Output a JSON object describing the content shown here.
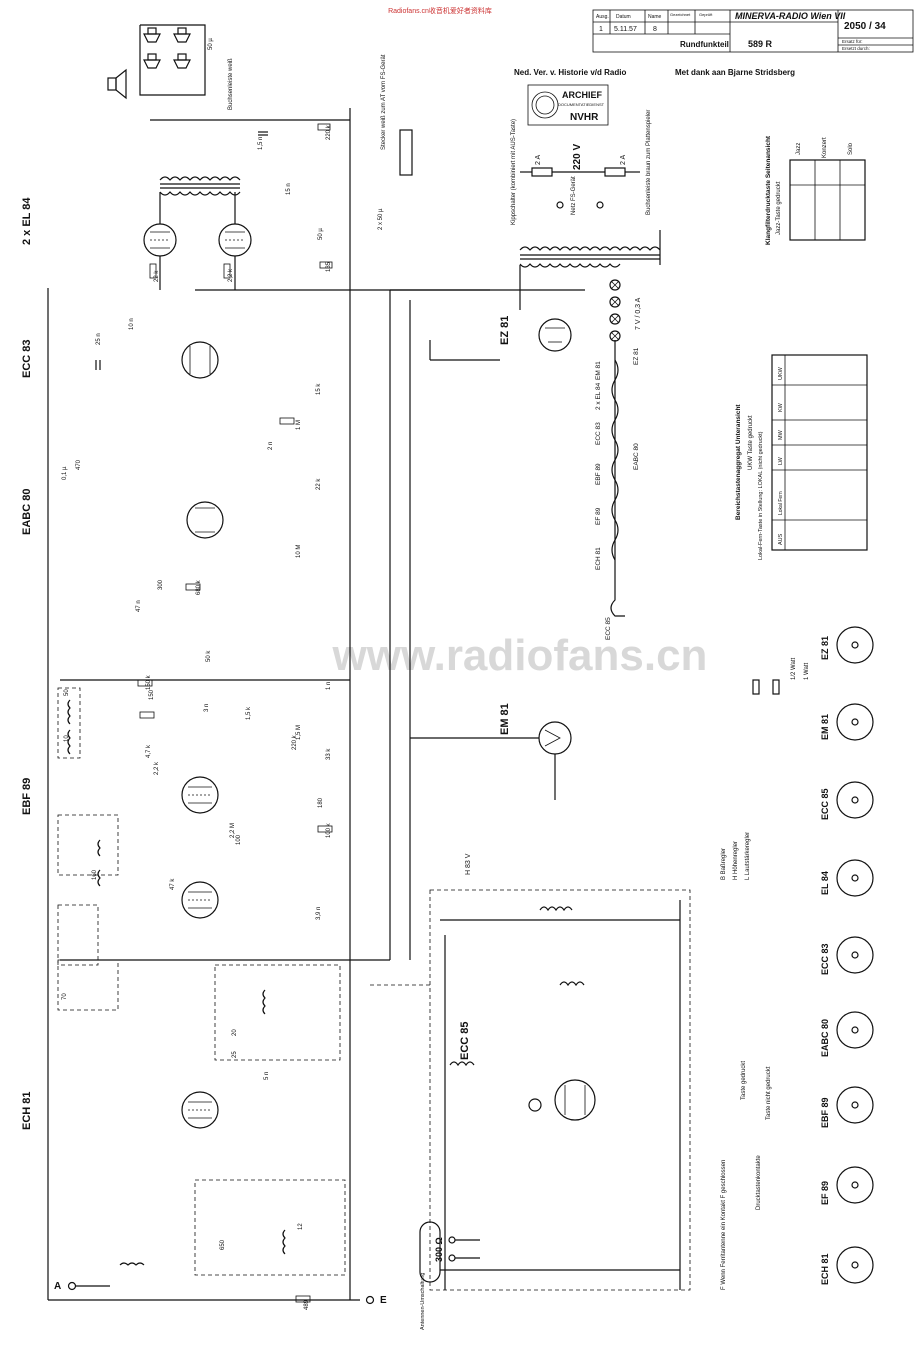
{
  "watermark_top": "Radiofans.cn收音机爱好者资料库",
  "watermark_center": "www.radiofans.cn",
  "header": {
    "cells": [
      "Ausg.",
      "Datum",
      "Name",
      "Gezeichnet",
      "Geprüft"
    ],
    "row": [
      "1",
      "5.11.57",
      "8"
    ],
    "company": "MINERVA-RADIO  Wien VII",
    "drawing_no": "2050 / 34",
    "model_label": "Rundfunkteil",
    "model_no": "589 R",
    "ersatz_fuer": "Ersatz für:",
    "ersetzt_durch": "Ersetzt durch:"
  },
  "archive": {
    "credit": "Ned. Ver. v. Historie v/d Radio",
    "thanks": "Met dank aan Bjarne Stridsberg",
    "stamp_title": "ARCHIEF",
    "stamp_sub": "DOCUMENTATIEDIENST",
    "stamp_org": "NVHR"
  },
  "tube_labels": [
    "2 x EL 84",
    "ECC 83",
    "EABC 80",
    "EBF 89",
    "ECH 81",
    "EZ 81",
    "EM 81",
    "ECC 85"
  ],
  "heater_chain": [
    "EZ 81",
    "EM 81",
    "2 x EL 84",
    "ECC 83",
    "EABC 80",
    "EBF 89",
    "EF 89",
    "ECH 81",
    "ECC 85"
  ],
  "mains": {
    "voltage": "220 V",
    "fuse": "2 A",
    "heater": "7 V / 0,3 A",
    "switch_note": "Kippschalter (kombiniert mit AUS-Taste)",
    "netz_note": "Netz FS-Gerät",
    "strip_note": "Buchsenleiste braun zum Plattenspieler"
  },
  "speaker": {
    "strip_note": "Buchsenleiste weiß",
    "plug_note": "Stecker weiß zum AT vom FS-Gerät",
    "cap": "50 µ"
  },
  "legends": {
    "sound_title": "Klangfilterdrucktaste Seitenansicht",
    "sound_sub": "Jazz-Taste gedruckt",
    "sound_keys": [
      "Jazz",
      "Konzert",
      "Solo"
    ],
    "range_title": "Bereichstastenaggregat Unteransicht",
    "range_sub": "UKW Taste gedruckt",
    "range_note": "Lokal-Fern-Taste in Stellung: LOKAL (nicht gedruckt)",
    "range_keys": [
      "AUS",
      "Lokal Fern",
      "LW",
      "MW",
      "KW",
      "UKW"
    ],
    "regler": [
      "B  Baßregler",
      "H  Höhenregler",
      "L  Lautstärkeregler"
    ],
    "resistor_watt": [
      "1/2 Watt",
      "1 Watt"
    ],
    "notes": [
      "F  Wenn Ferritantenne ein Kontakt F geschlossen",
      "Drucktastenkontakte",
      "Taste nicht gedruckt",
      "Taste gedruckt"
    ]
  },
  "socket_labels": [
    "EZ 81",
    "EM 81",
    "ECC 85",
    "EL 84",
    "ECC 83",
    "EABC 80",
    "EBF 89",
    "EF 89",
    "ECH 81"
  ],
  "terminals": {
    "antenna": "A",
    "earth": "E",
    "dipole": "300 Ω",
    "antenna_switch": "Antennen-Umschaltung",
    "ht": "H 83 V"
  },
  "components": {
    "left": [
      "10 n",
      "25 n",
      "470",
      "0,1 µ",
      "150",
      "50",
      "10",
      "2,2 k",
      "150 k",
      "100",
      "1,5 k",
      "100 k",
      "50 k",
      "300",
      "1 M",
      "15 k",
      "4,7 k",
      "22 k",
      "2,2 M",
      "680 k",
      "3 n",
      "1 n",
      "180",
      "160",
      "25",
      "20",
      "650",
      "12",
      "489",
      "70",
      "33 k",
      "220 k",
      "47 k",
      "47 n",
      "10 M",
      "1,5 M",
      "3,9 n",
      "2 n",
      "5 n"
    ],
    "output": [
      "220 k",
      "1,5 n",
      "15 n",
      "50 µ",
      "2 x 50 µ",
      "135",
      "22 k",
      "2,2 k",
      "470",
      "0,1 µ",
      "40 µ"
    ]
  }
}
